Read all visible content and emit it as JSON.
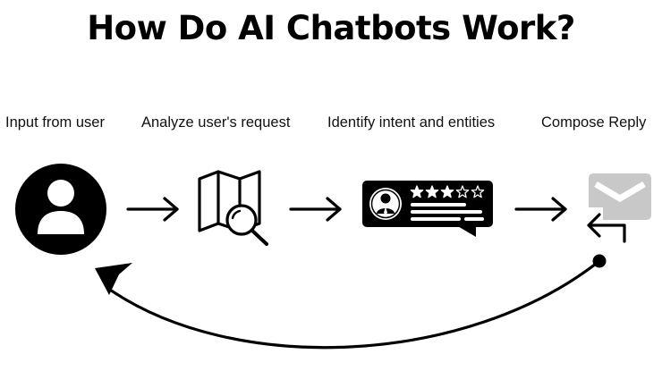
{
  "title": "How Do AI Chatbots Work?",
  "steps": [
    {
      "label": "Input from user",
      "icon": "user-avatar-icon"
    },
    {
      "label": "Analyze user's request",
      "icon": "map-search-icon"
    },
    {
      "label": "Identify intent and entities",
      "icon": "review-card-icon"
    },
    {
      "label": "Compose Reply",
      "icon": "envelope-reply-icon"
    }
  ],
  "colors": {
    "ink": "#000000",
    "envelope": "#c8c8c8",
    "star_empty": "#000000",
    "card_text": "#ffffff"
  },
  "review_rating": {
    "filled": 3,
    "total": 5
  }
}
